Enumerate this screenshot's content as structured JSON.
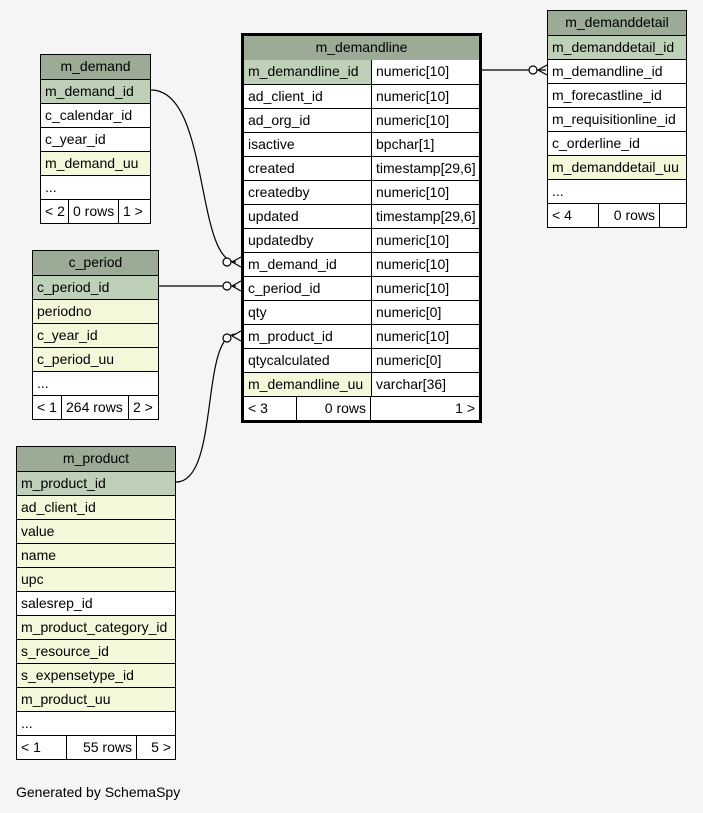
{
  "tables": {
    "m_demand": {
      "name": "m_demand",
      "columns": [
        "m_demand_id",
        "c_calendar_id",
        "c_year_id",
        "m_demand_uu",
        "..."
      ],
      "footer": [
        "< 2",
        "0 rows",
        "1 >"
      ]
    },
    "c_period": {
      "name": "c_period",
      "columns": [
        "c_period_id",
        "periodno",
        "c_year_id",
        "c_period_uu",
        "..."
      ],
      "footer": [
        "< 1",
        "264 rows",
        "2 >"
      ]
    },
    "m_product": {
      "name": "m_product",
      "columns": [
        "m_product_id",
        "ad_client_id",
        "value",
        "name",
        "upc",
        "salesrep_id",
        "m_product_category_id",
        "s_resource_id",
        "s_expensetype_id",
        "m_product_uu",
        "..."
      ],
      "footer": [
        "< 1",
        "55 rows",
        "5 >"
      ]
    },
    "m_demandline": {
      "name": "m_demandline",
      "columns": [
        {
          "name": "m_demandline_id",
          "type": "numeric[10]"
        },
        {
          "name": "ad_client_id",
          "type": "numeric[10]"
        },
        {
          "name": "ad_org_id",
          "type": "numeric[10]"
        },
        {
          "name": "isactive",
          "type": "bpchar[1]"
        },
        {
          "name": "created",
          "type": "timestamp[29,6]"
        },
        {
          "name": "createdby",
          "type": "numeric[10]"
        },
        {
          "name": "updated",
          "type": "timestamp[29,6]"
        },
        {
          "name": "updatedby",
          "type": "numeric[10]"
        },
        {
          "name": "m_demand_id",
          "type": "numeric[10]"
        },
        {
          "name": "c_period_id",
          "type": "numeric[10]"
        },
        {
          "name": "qty",
          "type": "numeric[0]"
        },
        {
          "name": "m_product_id",
          "type": "numeric[10]"
        },
        {
          "name": "qtycalculated",
          "type": "numeric[0]"
        },
        {
          "name": "m_demandline_uu",
          "type": "varchar[36]"
        }
      ],
      "footer": [
        "< 3",
        "0 rows",
        "1 >"
      ]
    },
    "m_demanddetail": {
      "name": "m_demanddetail",
      "columns": [
        "m_demanddetail_id",
        "m_demandline_id",
        "m_forecastline_id",
        "m_requisitionline_id",
        "c_orderline_id",
        "m_demanddetail_uu",
        "..."
      ],
      "footer": [
        "< 4",
        "0 rows",
        ""
      ]
    }
  },
  "footer_text": "Generated by SchemaSpy",
  "colors": {
    "header": "#9bab96",
    "primary_key": "#bed1b8",
    "indexed": "#f4f7da",
    "background": "#f5f5f5"
  }
}
